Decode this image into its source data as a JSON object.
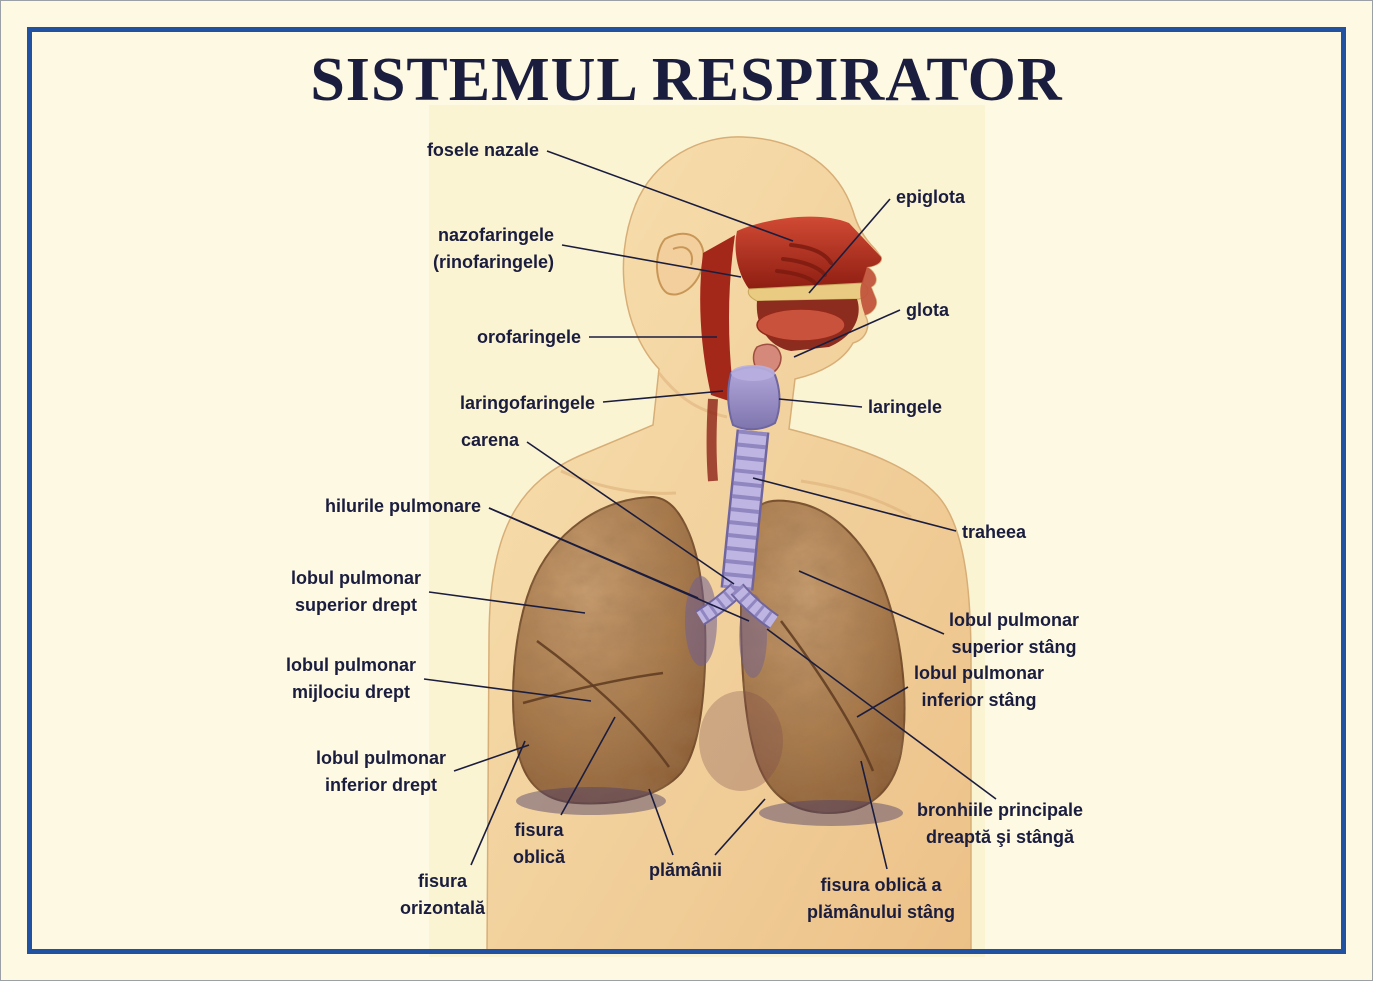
{
  "title": "SISTEMUL RESPIRATOR",
  "labels": [
    {
      "id": "fosele-nazale",
      "text": "fosele nazale"
    },
    {
      "id": "epiglota",
      "text": "epiglota"
    },
    {
      "id": "nazofaringele",
      "text": "nazofaringele\n(rinofaringele)"
    },
    {
      "id": "glota",
      "text": "glota"
    },
    {
      "id": "orofaringele",
      "text": "orofaringele"
    },
    {
      "id": "laringofaringele",
      "text": "laringofaringele"
    },
    {
      "id": "laringele",
      "text": "laringele"
    },
    {
      "id": "carena",
      "text": "carena"
    },
    {
      "id": "traheea",
      "text": "traheea"
    },
    {
      "id": "hilurile-pulmonare",
      "text": "hilurile pulmonare"
    },
    {
      "id": "lobul-pulmonar-superior-drept",
      "text": "lobul pulmonar\nsuperior drept"
    },
    {
      "id": "lobul-pulmonar-superior-stang",
      "text": "lobul pulmonar\nsuperior stâng"
    },
    {
      "id": "lobul-pulmonar-mijlociu-drept",
      "text": "lobul pulmonar\nmijlociu drept"
    },
    {
      "id": "lobul-pulmonar-inferior-stang",
      "text": "lobul pulmonar\ninferior stâng"
    },
    {
      "id": "lobul-pulmonar-inferior-drept",
      "text": "lobul pulmonar\ninferior drept"
    },
    {
      "id": "fisura-oblica",
      "text": "fisura\noblică"
    },
    {
      "id": "plamanii",
      "text": "plămânii"
    },
    {
      "id": "fisura-orizontala",
      "text": "fisura\norizontală"
    },
    {
      "id": "bronhiile-principale",
      "text": "bronhiile principale\ndreaptă şi stângă"
    },
    {
      "id": "fisura-oblica-plamanului-stang",
      "text": "fisura oblică a\nplămânului stâng"
    }
  ],
  "colors": {
    "page-bg": "#fdf9e2",
    "frame-blue": "#2152a2",
    "ink": "#1b1d3f"
  }
}
